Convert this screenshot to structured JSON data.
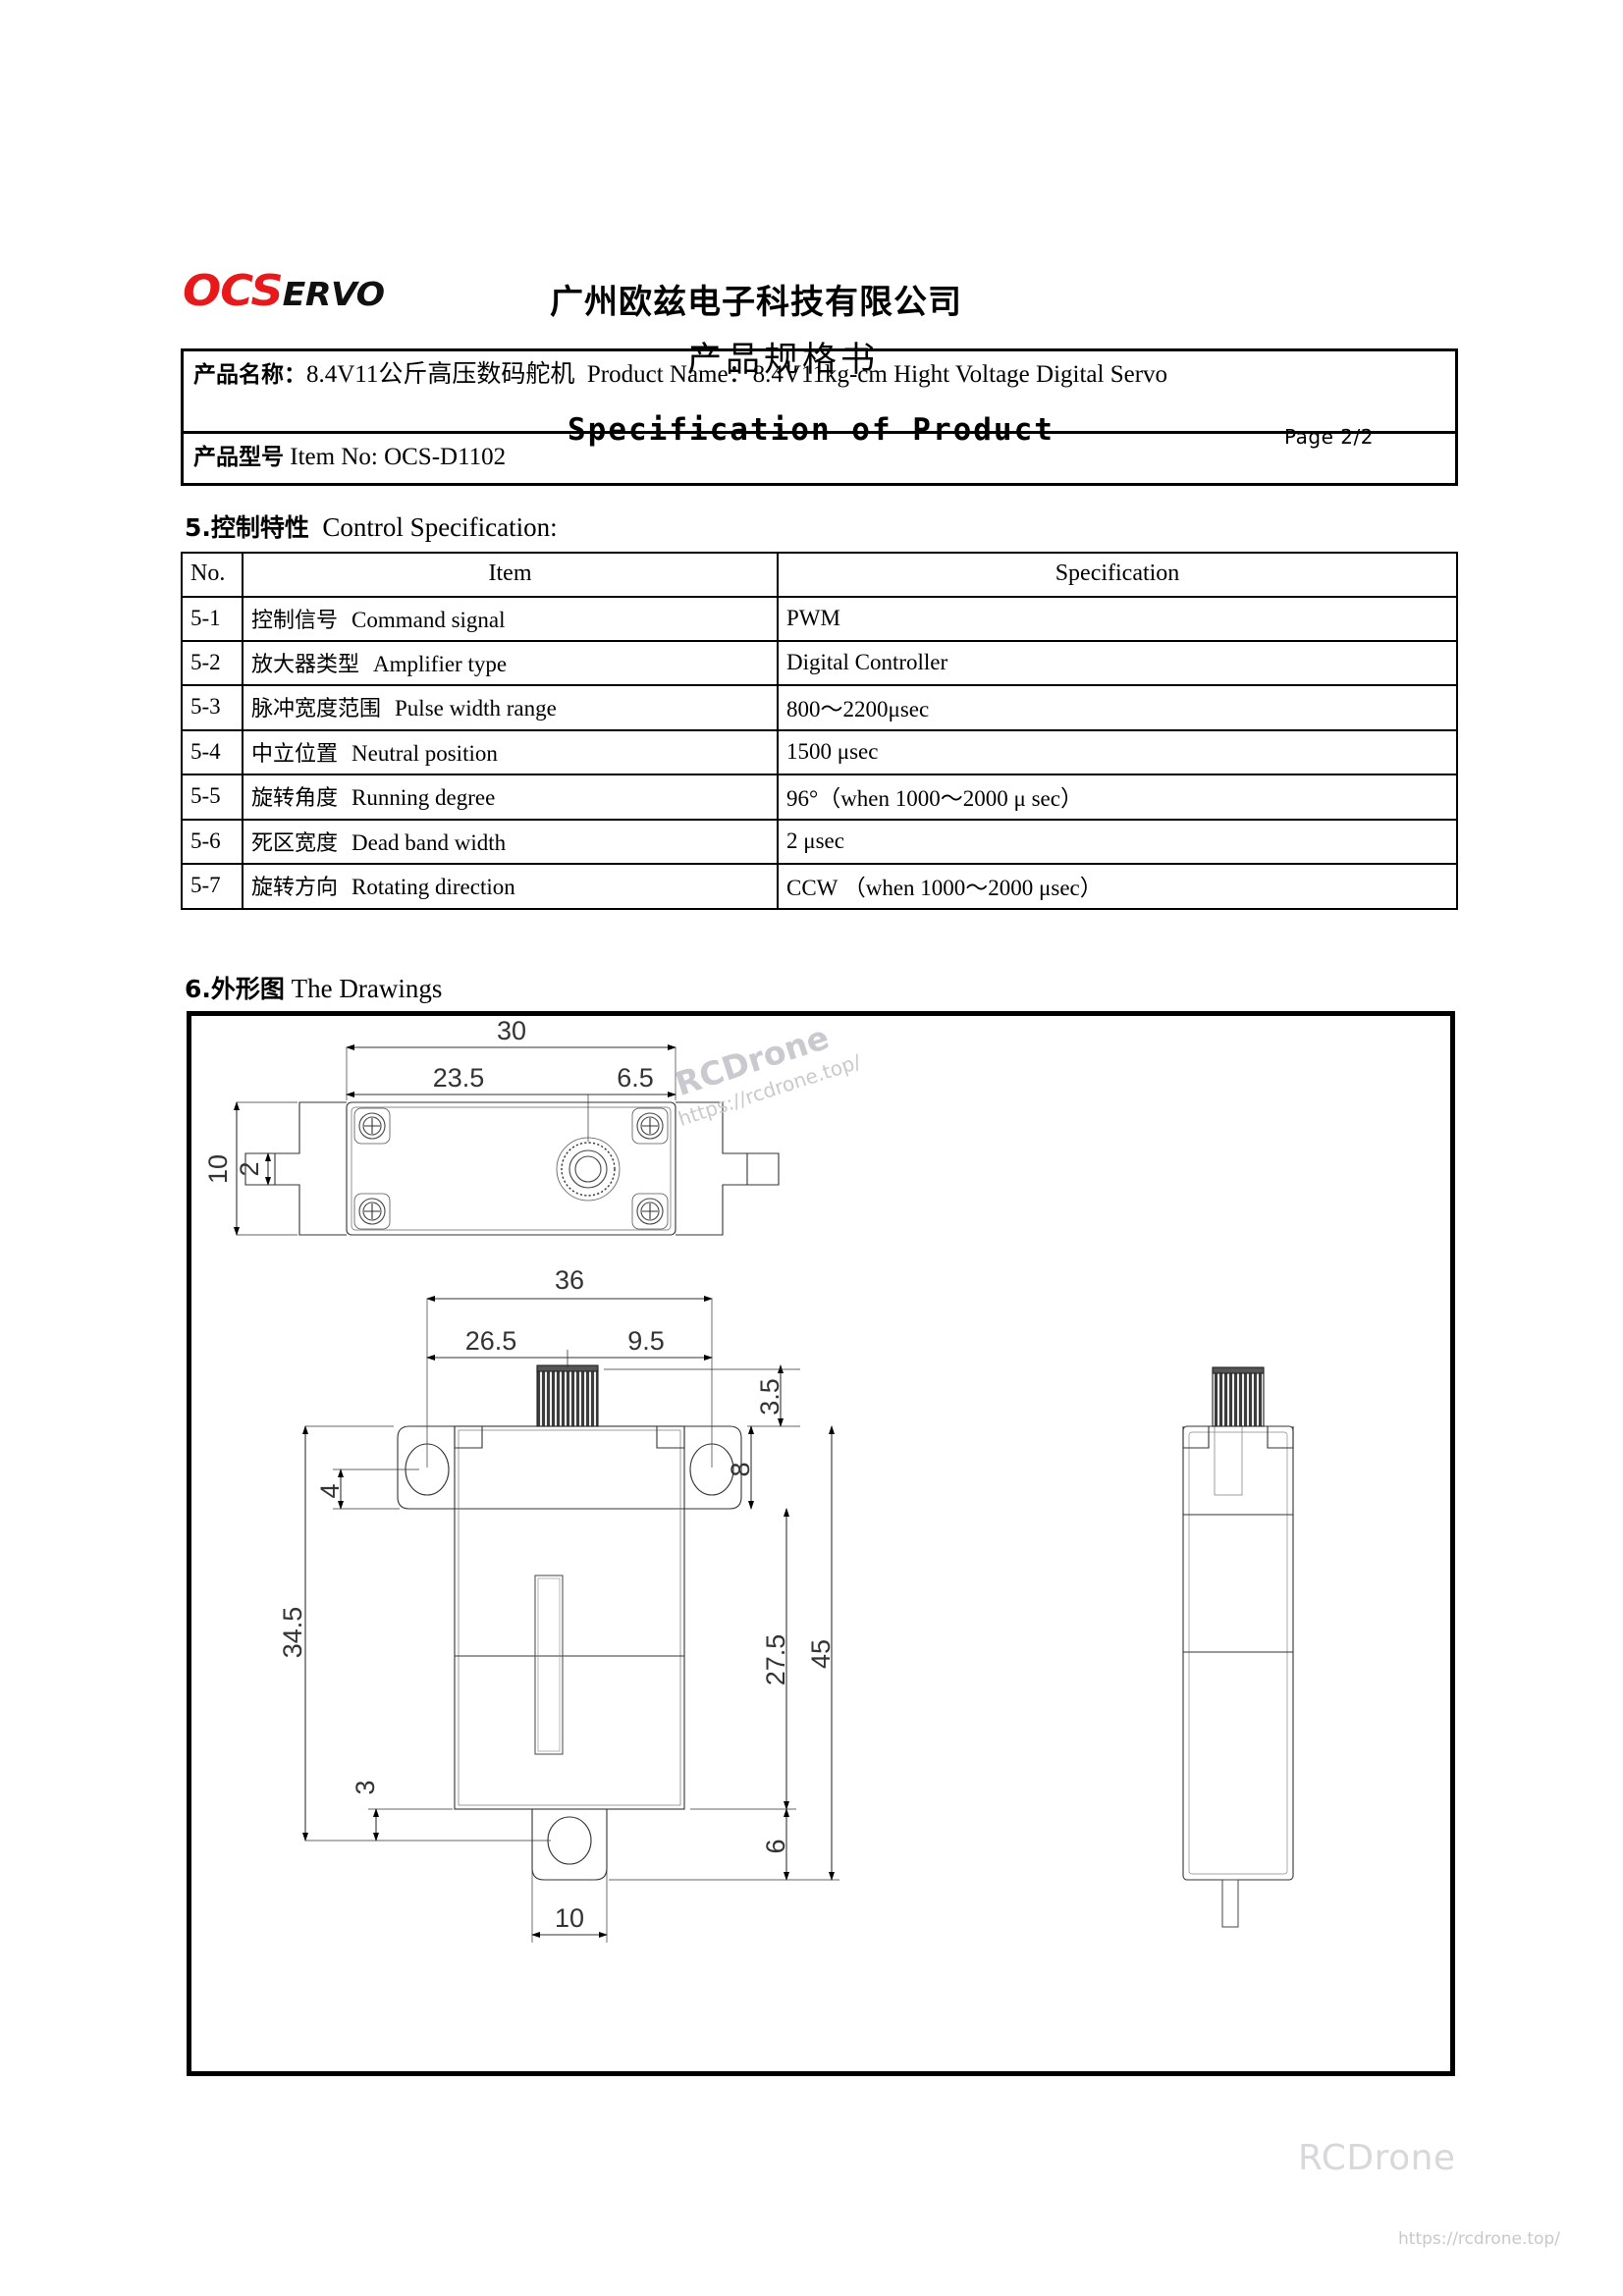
{
  "header": {
    "logo_primary": "OCS",
    "logo_secondary": "ERVO",
    "company_name": "广州欧兹电子科技有限公司",
    "doc_title_cn": "产品规格书",
    "doc_title_en": "Specification of Product",
    "page_number": "Page 2/2"
  },
  "product": {
    "name_label_cn": "产品名称：",
    "name_value_cn": "8.4V11公斤高压数码舵机",
    "name_label_en": "Product Name：",
    "name_value_en": "8.4V11kg-cm Hight Voltage Digital Servo",
    "name_line": "产品名称：8.4V11公斤高压数码舵机  Product Name：8.4V11kg-cm Hight Voltage Digital Servo",
    "item_label_cn": "产品型号",
    "item_label_en": "Item No:",
    "item_value": "OCS-D1102"
  },
  "section5": {
    "number": "5.",
    "title_cn": "控制特性",
    "title_en": "Control Specification:",
    "columns": [
      "No.",
      "Item",
      "Specification"
    ],
    "rows": [
      {
        "no": "5-1",
        "item_cn": "控制信号",
        "item_en": "Command signal",
        "spec": "PWM"
      },
      {
        "no": "5-2",
        "item_cn": "放大器类型",
        "item_en": "Amplifier type",
        "spec": "Digital Controller"
      },
      {
        "no": "5-3",
        "item_cn": "脉冲宽度范围",
        "item_en": "Pulse width range",
        "spec": "800～2200μsec"
      },
      {
        "no": "5-4",
        "item_cn": "中立位置",
        "item_en": "Neutral position",
        "spec": "1500 μsec"
      },
      {
        "no": "5-5",
        "item_cn": "旋转角度",
        "item_en": "Running degree",
        "spec": "96°（when 1000～2000 μ sec）"
      },
      {
        "no": "5-6",
        "item_cn": "死区宽度",
        "item_en": "Dead band width",
        "spec": "2 μsec"
      },
      {
        "no": "5-7",
        "item_cn": "旋转方向",
        "item_en": "Rotating direction",
        "spec": "CCW   （when 1000～2000 μsec）"
      }
    ]
  },
  "section6": {
    "number": "6.",
    "title_cn": "外形图",
    "title_en": "The Drawings"
  },
  "drawings": {
    "top_view": {
      "name": "top-view",
      "dimensions": {
        "overall_width": "30",
        "mount_hole_span": "23.5",
        "spline_offset": "6.5",
        "overall_depth": "10",
        "tab_thickness": "2"
      }
    },
    "front_view": {
      "name": "front-view",
      "dimensions": {
        "overall_width": "36",
        "mount_hole_span": "26.5",
        "spline_offset": "9.5",
        "spline_height": "3.5",
        "ear_height": "8",
        "ear_hole_offset": "4",
        "body_height": "34.5",
        "lower_offset": "3",
        "mid_height": "27.5",
        "bottom_tab": "6",
        "total_height": "45",
        "tab_width": "10"
      }
    },
    "side_view": {
      "name": "side-view"
    }
  },
  "watermarks": {
    "diagonal_brand": "RCDrone",
    "diagonal_url": "https://rcdrone.top/",
    "footer_brand": "RCDrone",
    "footer_url": "https://rcdrone.top/"
  },
  "colors": {
    "logo_red": "#e8191b",
    "ink": "#000000",
    "watermark_gray": "#c9c9cf"
  }
}
